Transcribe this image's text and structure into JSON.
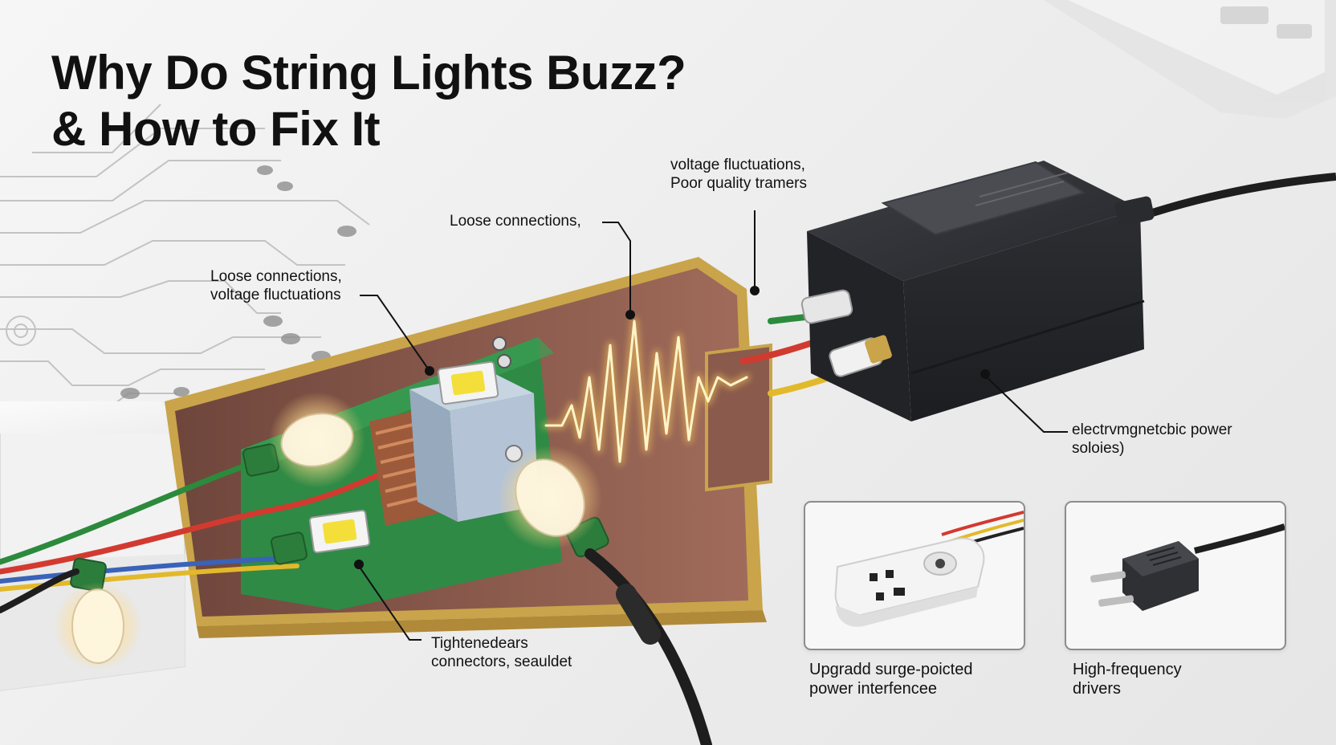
{
  "title": {
    "line1": "Why Do String Lights Buzz?",
    "line2": "& How to Fix It"
  },
  "callouts": {
    "voltage_top": {
      "line1": "voltage fluctuations,",
      "line2": "Poor quality tramers"
    },
    "loose_top": {
      "line1": "Loose connections,"
    },
    "loose_left": {
      "line1": "Loose connections,",
      "line2": "voltage fluctuations"
    },
    "electromagnetic": {
      "line1": "electrvmgnetcbic power",
      "line2": "soloies)"
    },
    "tightened": {
      "line1": "Tightenedears",
      "line2": "connectors, seauldet"
    }
  },
  "panels": {
    "surge": {
      "caption_line1": "Upgradd surge-poicted",
      "caption_line2": "power interfencee",
      "icon": "power-strip-icon"
    },
    "driver": {
      "caption_line1": "High-frequency",
      "caption_line2": "drivers",
      "icon": "plug-connector-icon"
    }
  },
  "colors": {
    "background": "#efefef",
    "pcb_green": "#2f8a45",
    "housing_copper": "#8a5a4c",
    "housing_gold": "#c9a44a",
    "adapter_black": "#2a2b2e",
    "glow": "#ffe8a8",
    "wire_red": "#d23a30",
    "wire_green": "#2c8a3c",
    "wire_yellow": "#e2b92a",
    "wire_blue": "#3a62b8"
  }
}
